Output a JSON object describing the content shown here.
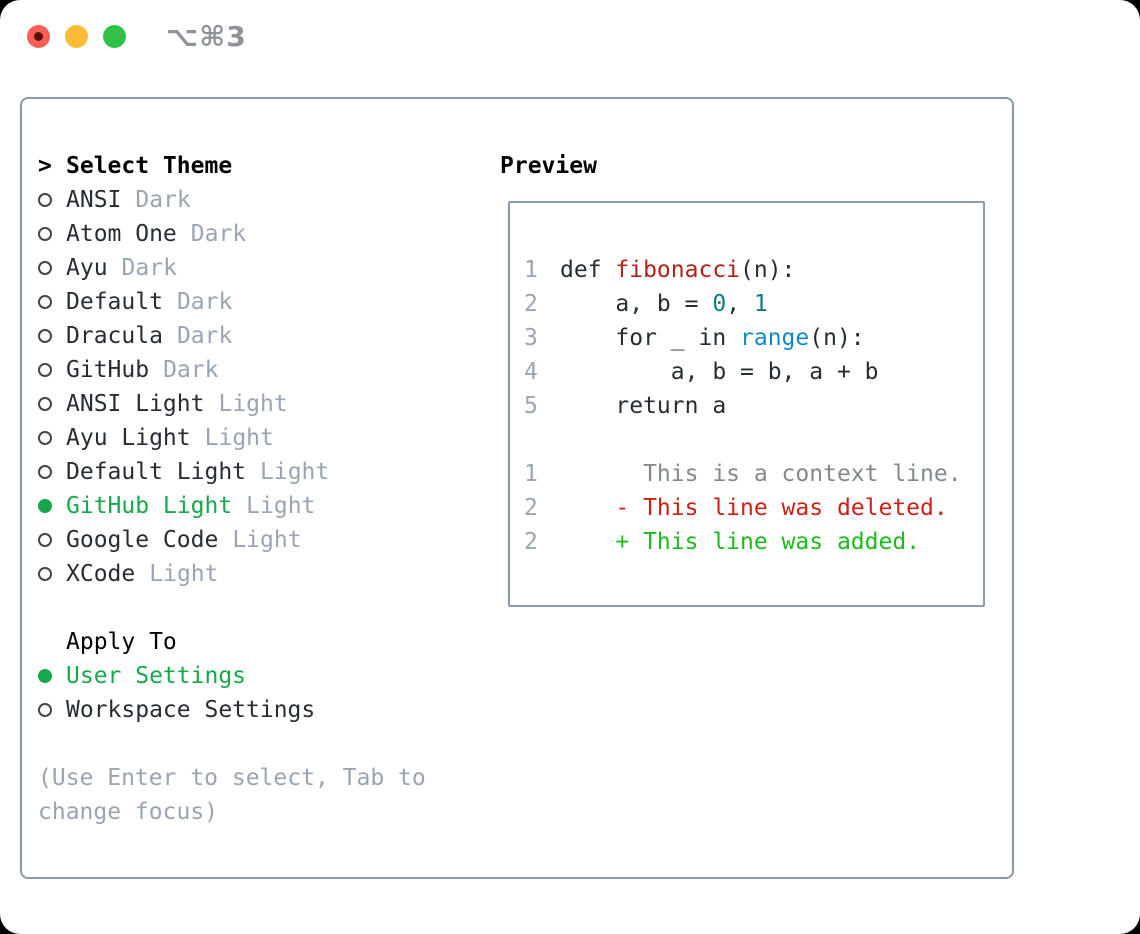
{
  "titlebar": {
    "title": "⌥⌘3",
    "traffic_lights": [
      {
        "name": "close",
        "color": "#f86057",
        "dot": true
      },
      {
        "name": "minimize",
        "color": "#f9bc34",
        "dot": false
      },
      {
        "name": "zoom",
        "color": "#33c048",
        "dot": false
      }
    ]
  },
  "theme_panel": {
    "cursor": ">",
    "header": "Select Theme",
    "themes": [
      {
        "name": "ANSI",
        "tag": "Dark",
        "selected": false
      },
      {
        "name": "Atom One",
        "tag": "Dark",
        "selected": false
      },
      {
        "name": "Ayu",
        "tag": "Dark",
        "selected": false
      },
      {
        "name": "Default",
        "tag": "Dark",
        "selected": false
      },
      {
        "name": "Dracula",
        "tag": "Dark",
        "selected": false
      },
      {
        "name": "GitHub",
        "tag": "Dark",
        "selected": false
      },
      {
        "name": "ANSI Light",
        "tag": "Light",
        "selected": false
      },
      {
        "name": "Ayu Light",
        "tag": "Light",
        "selected": false
      },
      {
        "name": "Default Light",
        "tag": "Light",
        "selected": false
      },
      {
        "name": "GitHub Light",
        "tag": "Light",
        "selected": true
      },
      {
        "name": "Google Code",
        "tag": "Light",
        "selected": false
      },
      {
        "name": "XCode",
        "tag": "Light",
        "selected": false
      }
    ],
    "apply_to": {
      "header": "Apply To",
      "options": [
        {
          "label": "User Settings",
          "selected": true
        },
        {
          "label": "Workspace Settings",
          "selected": false
        }
      ]
    },
    "hint": "(Use Enter to select, Tab to change focus)"
  },
  "preview": {
    "header": "Preview",
    "lines": [
      {
        "num": "1",
        "segments": [
          {
            "text": "def ",
            "style": "code"
          },
          {
            "text": "fibonacci",
            "style": "function"
          },
          {
            "text": "(n):",
            "style": "code"
          }
        ]
      },
      {
        "num": "2",
        "segments": [
          {
            "text": "    a, b = ",
            "style": "code"
          },
          {
            "text": "0",
            "style": "number"
          },
          {
            "text": ", ",
            "style": "code"
          },
          {
            "text": "1",
            "style": "number"
          }
        ]
      },
      {
        "num": "3",
        "segments": [
          {
            "text": "    for _ in ",
            "style": "code"
          },
          {
            "text": "range",
            "style": "builtin"
          },
          {
            "text": "(n):",
            "style": "code"
          }
        ]
      },
      {
        "num": "4",
        "segments": [
          {
            "text": "        a, b = b, a + b",
            "style": "code"
          }
        ]
      },
      {
        "num": "5",
        "segments": [
          {
            "text": "    return a",
            "style": "code"
          }
        ]
      },
      {
        "num": "",
        "segments": []
      },
      {
        "num": "1",
        "segments": [
          {
            "text": "      This is a context line.",
            "style": "context"
          }
        ]
      },
      {
        "num": "2",
        "segments": [
          {
            "text": "    ",
            "style": "code"
          },
          {
            "text": "- This line was deleted.",
            "style": "deleted"
          }
        ]
      },
      {
        "num": "2",
        "segments": [
          {
            "text": "    ",
            "style": "code"
          },
          {
            "text": "+ This line was added.",
            "style": "added"
          }
        ]
      }
    ]
  },
  "colors": {
    "selection_green": "#17a84b",
    "function_red": "#b02318",
    "builtin_blue": "#1289c5",
    "number_teal": "#0e7e82",
    "deleted_red": "#cc2114",
    "added_green": "#1dbb1d",
    "muted_gray": "#9aa4b2",
    "context_gray": "#83898f",
    "text_dark": "#272d34",
    "border_gray": "#8d98a6",
    "traffic_red": "#f86057",
    "traffic_yellow": "#f9bc34",
    "traffic_green": "#33c048"
  }
}
